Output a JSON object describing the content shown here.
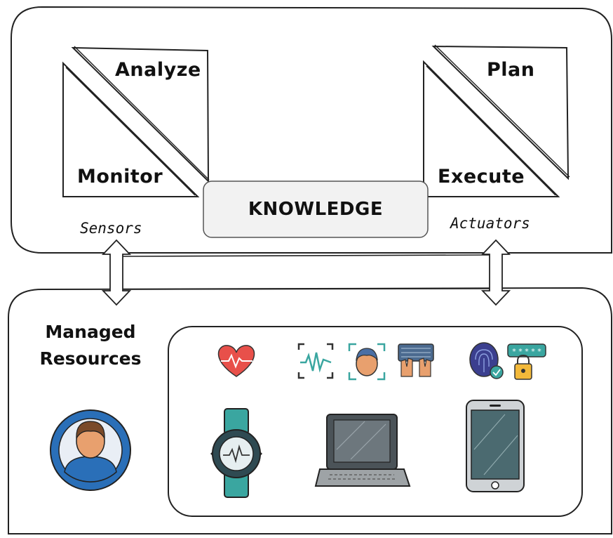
{
  "loop": {
    "analyze": "Analyze",
    "monitor": "Monitor",
    "plan": "Plan",
    "execute": "Execute",
    "knowledge": "KNOWLEDGE",
    "sensors": "Sensors",
    "actuators": "Actuators"
  },
  "managed": {
    "title_line1": "Managed",
    "title_line2": "Resources",
    "icons": [
      "heart-rate-icon",
      "biometric-scan-icon",
      "face-recognition-icon",
      "keyboard-typing-icon",
      "fingerprint-icon",
      "password-lock-icon",
      "user-avatar-icon",
      "smartwatch-icon",
      "laptop-icon",
      "smartphone-icon"
    ]
  },
  "colors": {
    "stroke": "#222222",
    "knowledge_fill": "#f2f2f2",
    "heart": "#e8504a",
    "teal": "#3aa6a0",
    "avatar_ring": "#2a6fb8",
    "skin": "#e8a06e",
    "screen": "#4b5358",
    "lock": "#f3b93a"
  }
}
